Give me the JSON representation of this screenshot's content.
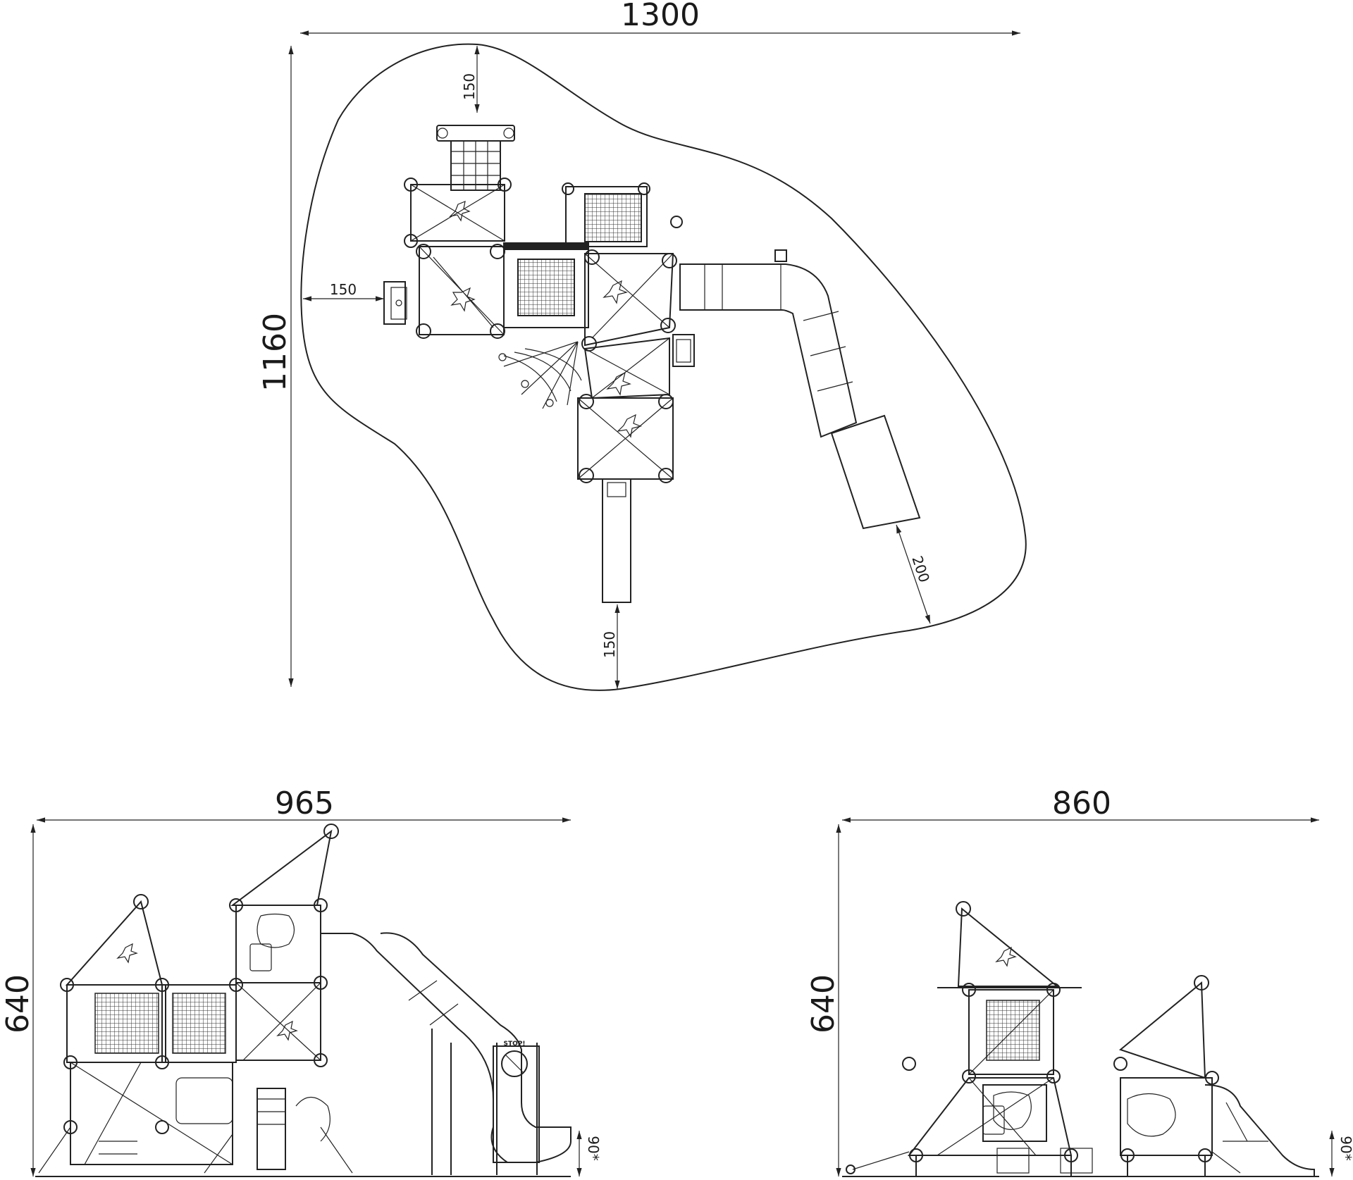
{
  "plan": {
    "width_label": "1300",
    "height_label": "1160",
    "top_clearance": "150",
    "left_clearance": "150",
    "bottom_clearance": "150",
    "slide_clearance": "200"
  },
  "front_elevation": {
    "width_label": "965",
    "height_label": "640",
    "depth_label": "90*"
  },
  "side_elevation": {
    "width_label": "860",
    "height_label": "640",
    "depth_label": "90*"
  },
  "signage": {
    "stop_label": "STOP!"
  }
}
